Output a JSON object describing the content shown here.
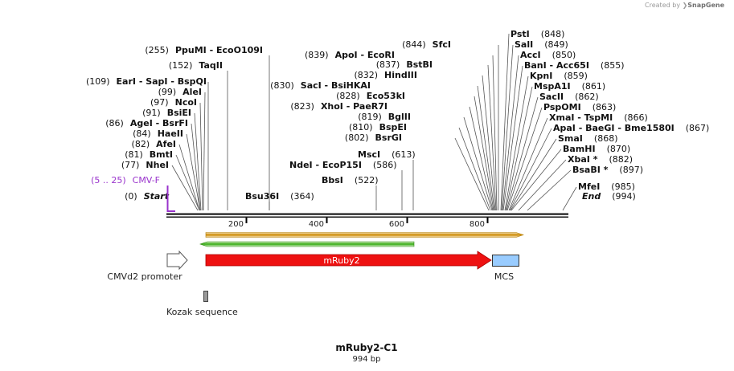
{
  "credit": {
    "prefix": "Created by",
    "brand": "SnapGene"
  },
  "plasmid": {
    "name": "mRuby2-C1",
    "length": "994 bp"
  },
  "ruler": {
    "ticks": [
      "200",
      "400",
      "600",
      "800"
    ]
  },
  "sites": [
    {
      "pos": "(0)",
      "names": [
        "Start"
      ],
      "italic": true
    },
    {
      "pos": "(5 .. 25)",
      "names": [
        "CMV-F"
      ],
      "primer": true
    },
    {
      "pos": "(77)",
      "names": [
        "NheI"
      ]
    },
    {
      "pos": "(81)",
      "names": [
        "BmtI"
      ]
    },
    {
      "pos": "(82)",
      "names": [
        "AfeI"
      ]
    },
    {
      "pos": "(84)",
      "names": [
        "HaeII"
      ]
    },
    {
      "pos": "(86)",
      "names": [
        "AgeI",
        "BsrFI"
      ]
    },
    {
      "pos": "(91)",
      "names": [
        "BsiEI"
      ]
    },
    {
      "pos": "(97)",
      "names": [
        "NcoI"
      ]
    },
    {
      "pos": "(99)",
      "names": [
        "AleI"
      ]
    },
    {
      "pos": "(109)",
      "names": [
        "EarI",
        "SapI",
        "BspQI"
      ]
    },
    {
      "pos": "(152)",
      "names": [
        "TaqII"
      ]
    },
    {
      "pos": "(255)",
      "names": [
        "PpuMI",
        "EcoO109I"
      ]
    },
    {
      "pos": "(364)",
      "names": [
        "Bsu36I"
      ]
    },
    {
      "pos": "(522)",
      "names": [
        "BbsI"
      ]
    },
    {
      "pos": "(586)",
      "names": [
        "NdeI",
        "EcoP15I"
      ]
    },
    {
      "pos": "(613)",
      "names": [
        "MscI"
      ]
    },
    {
      "pos": "(802)",
      "names": [
        "BsrGI"
      ]
    },
    {
      "pos": "(810)",
      "names": [
        "BspEI"
      ]
    },
    {
      "pos": "(819)",
      "names": [
        "BglII"
      ]
    },
    {
      "pos": "(823)",
      "names": [
        "XhoI",
        "PaeR7I"
      ]
    },
    {
      "pos": "(828)",
      "names": [
        "Eco53kI"
      ]
    },
    {
      "pos": "(830)",
      "names": [
        "SacI",
        "BsiHKAI"
      ]
    },
    {
      "pos": "(832)",
      "names": [
        "HindIII"
      ]
    },
    {
      "pos": "(837)",
      "names": [
        "BstBI"
      ]
    },
    {
      "pos": "(839)",
      "names": [
        "ApoI",
        "EcoRI"
      ]
    },
    {
      "pos": "(844)",
      "names": [
        "SfcI"
      ]
    },
    {
      "pos": "(848)",
      "names": [
        "PstI"
      ]
    },
    {
      "pos": "(849)",
      "names": [
        "SalI"
      ]
    },
    {
      "pos": "(850)",
      "names": [
        "AccI"
      ]
    },
    {
      "pos": "(855)",
      "names": [
        "BanI",
        "Acc65I"
      ]
    },
    {
      "pos": "(859)",
      "names": [
        "KpnI"
      ]
    },
    {
      "pos": "(861)",
      "names": [
        "MspA1I"
      ]
    },
    {
      "pos": "(862)",
      "names": [
        "SacII"
      ]
    },
    {
      "pos": "(863)",
      "names": [
        "PspOMI"
      ]
    },
    {
      "pos": "(866)",
      "names": [
        "XmaI",
        "TspMI"
      ]
    },
    {
      "pos": "(867)",
      "names": [
        "ApaI",
        "BaeGI",
        "Bme1580I"
      ]
    },
    {
      "pos": "(868)",
      "names": [
        "SmaI"
      ]
    },
    {
      "pos": "(870)",
      "names": [
        "BamHI"
      ]
    },
    {
      "pos": "(882)",
      "names": [
        "XbaI *"
      ]
    },
    {
      "pos": "(897)",
      "names": [
        "BsaBI *"
      ]
    },
    {
      "pos": "(985)",
      "names": [
        "MfeI"
      ]
    },
    {
      "pos": "(994)",
      "names": [
        "End"
      ],
      "italic": true
    }
  ],
  "features": {
    "promoter": "CMVd2 promoter",
    "mruby": "mRuby2",
    "mcs": "MCS",
    "kozak": "Kozak sequence"
  },
  "colors": {
    "backbone": "#1a1a1a",
    "primer": "#9933cc",
    "mruby": "#ee1111",
    "mcs": "#99ccff",
    "orange_arrow": "#cc8800",
    "green_arrow": "#33aa11",
    "kozak": "#999999"
  }
}
